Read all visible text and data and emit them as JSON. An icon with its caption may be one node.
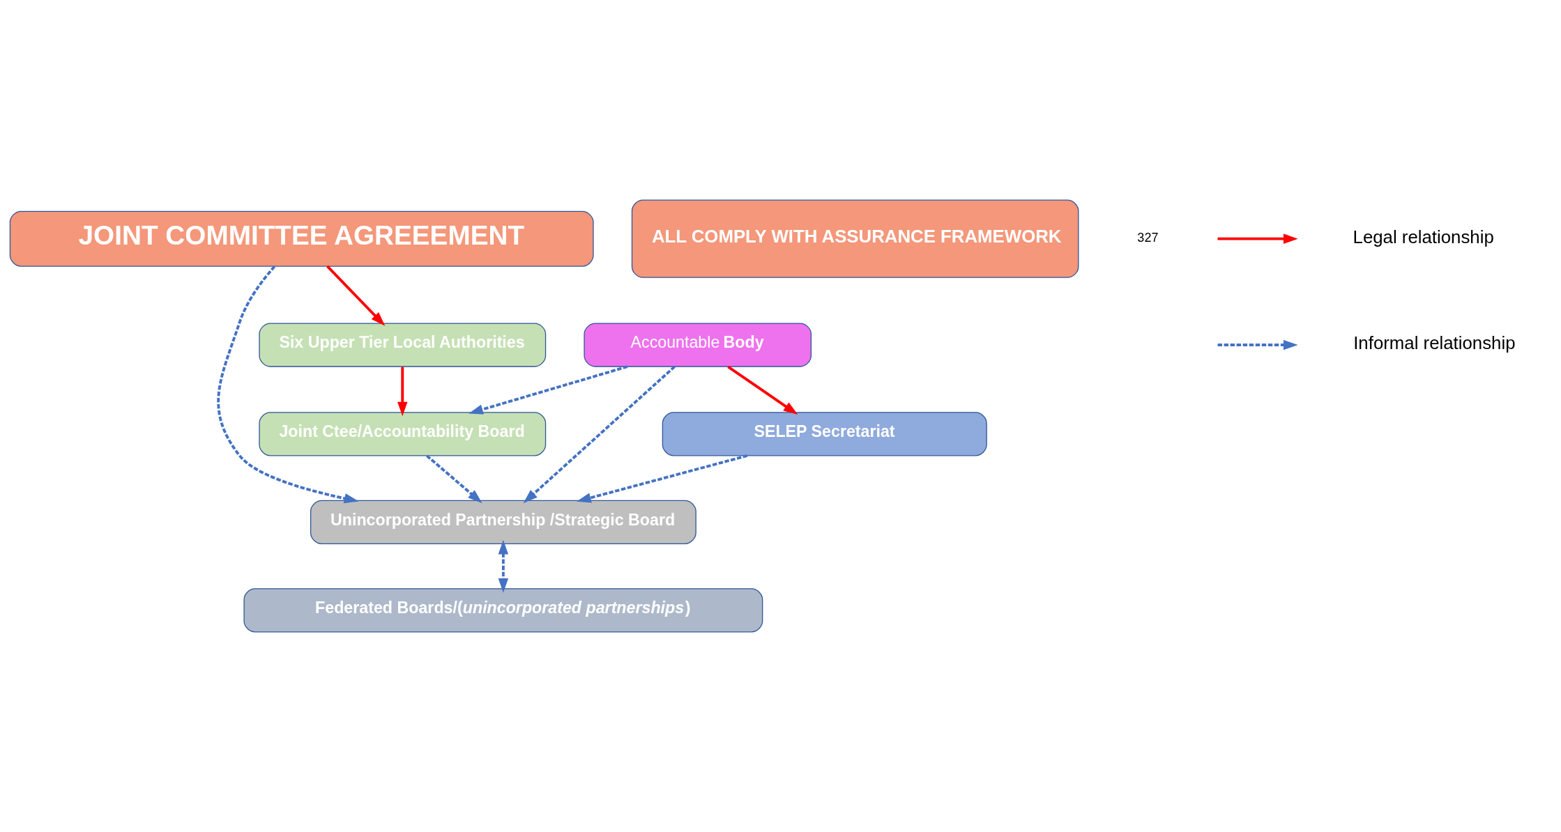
{
  "diagram": {
    "nodes": [
      {
        "text": [
          "JOINT COMMITTEE AGREEEMENT"
        ]
      },
      {
        "text": [
          "Unincorporated Partnership /Strategic Board"
        ]
      },
      {
        "text": [
          "Six Upper Tier Local Authorities"
        ]
      },
      {
        "text": [
          "Joint Ctee/Accountability Board"
        ]
      },
      {
        "text": [
          "SELEP Secretariat"
        ]
      },
      {
        "text": [
          "Accountable **Body**"
        ]
      },
      {
        "text": [
          "Federated Boards/(*unincorporated partnerships*)"
        ]
      },
      {
        "text": [
          "ALL COMPLY WITH ASSURANCE FRAMEWORK"
        ]
      }
    ],
    "edges": [
      {
        "from": 0,
        "to": 1,
        "arrow": "to",
        "style": "dashed"
      },
      {
        "from": 0,
        "to": 2,
        "arrow": "to",
        "color": "#ff0000"
      },
      {
        "from": 2,
        "to": 3,
        "arrow": "to",
        "color": "#ff0000"
      },
      {
        "from": 3,
        "to": 1,
        "arrow": "to",
        "style": "dashed"
      },
      {
        "from": 4,
        "to": 1,
        "arrow": "to",
        "style": "dashed"
      },
      {
        "from": 5,
        "to": 3,
        "arrow": "to",
        "style": "dashed"
      },
      {
        "from": 5,
        "to": 4,
        "arrow": "to",
        "color": "#ff0000"
      },
      {
        "from": 5,
        "to": 1,
        "arrow": "to",
        "style": "dashed"
      },
      {
        "from": 1,
        "to": 6,
        "arrow": "both",
        "style": "dashed"
      }
    ],
    "labels": [
      "327"
    ],
    "legend": [
      {
        "text": "Legal relationship"
      },
      {
        "text": "Informal relationship"
      }
    ]
  }
}
